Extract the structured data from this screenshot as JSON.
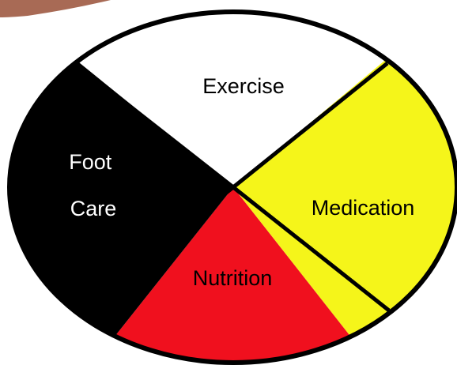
{
  "diagram": {
    "segments": [
      {
        "id": "exercise",
        "label_lines": [
          "Exercise"
        ],
        "fill": "#ffffff",
        "text_color": "#000000"
      },
      {
        "id": "medication",
        "label_lines": [
          "Medication"
        ],
        "fill": "#f5f51a",
        "text_color": "#000000"
      },
      {
        "id": "nutrition",
        "label_lines": [
          "Nutrition"
        ],
        "fill": "#f0101e",
        "text_color": "#000000"
      },
      {
        "id": "foot-care",
        "label_lines": [
          "Foot",
          "Care"
        ],
        "fill": "#000000",
        "text_color": "#ffffff"
      }
    ],
    "outline_color": "#000000",
    "corner_photo_color": "#a86a55"
  }
}
